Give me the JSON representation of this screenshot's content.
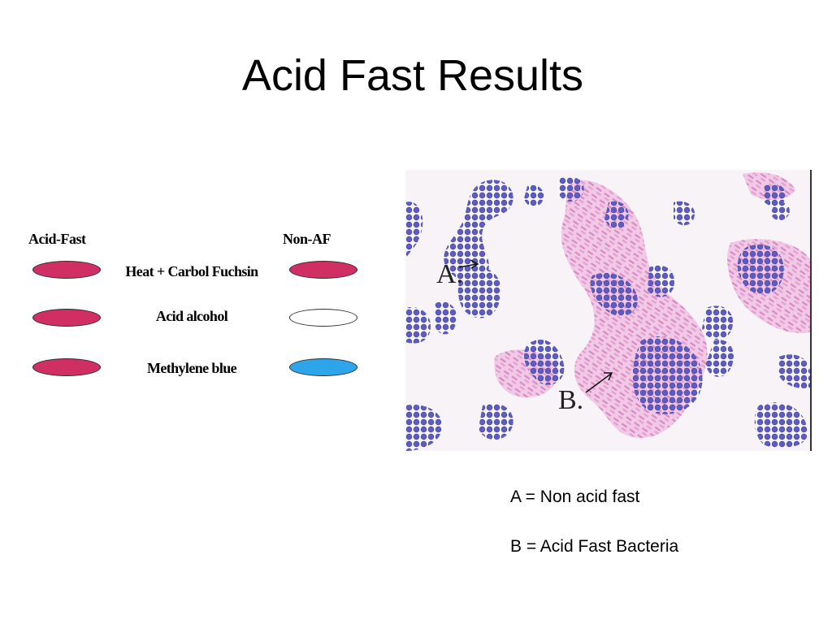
{
  "slide": {
    "title": "Acid Fast Results"
  },
  "stain_diagram": {
    "header_acid_fast": "Acid-Fast",
    "header_non_af": "Non-AF",
    "steps": [
      {
        "label": "Heat + Carbol Fuchsin",
        "acid_fast_color": "#d02f63",
        "non_af_color": "#d02f63"
      },
      {
        "label": "Acid alcohol",
        "acid_fast_color": "#d02f63",
        "non_af_color": "#ffffff"
      },
      {
        "label": "Methylene blue",
        "acid_fast_color": "#d02f63",
        "non_af_color": "#2ea4ea"
      }
    ]
  },
  "micrograph": {
    "label_a": "A.",
    "label_b": "B.",
    "colors": {
      "background": "#f7f3f7",
      "non_acid_fast_cocci": "#5d5cc4",
      "acid_fast_bacteria": "#e79ad0"
    }
  },
  "legend": {
    "a_text": "A = Non acid fast",
    "b_text": "B = Acid Fast Bacteria"
  }
}
